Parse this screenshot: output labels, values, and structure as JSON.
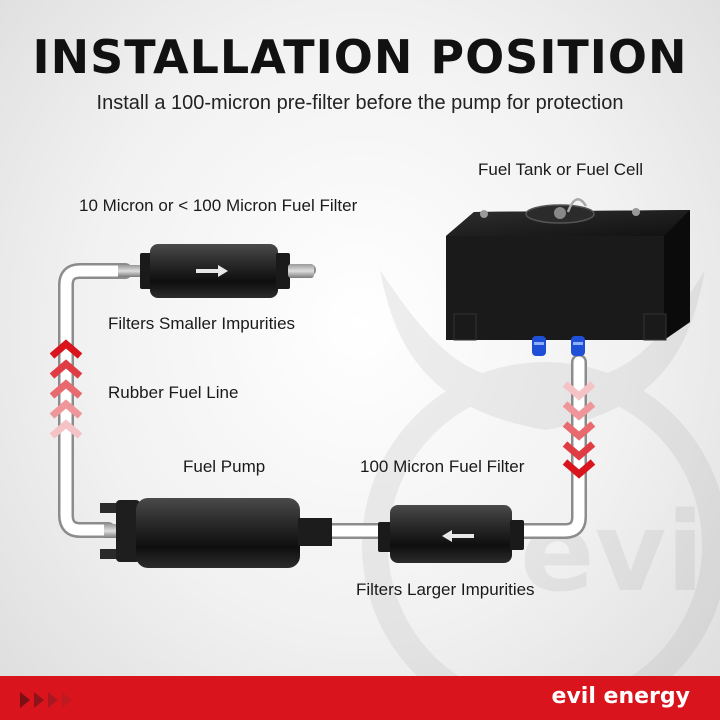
{
  "title": "INSTALLATION POSITION",
  "subtitle": "Install a 100-micron pre-filter before the pump for protection",
  "labels": {
    "tank": "Fuel Tank or Fuel Cell",
    "small_filter": "10 Micron or < 100 Micron Fuel Filter",
    "small_filter_desc": "Filters Smaller Impurities",
    "rubber_line": "Rubber Fuel Line",
    "pump": "Fuel Pump",
    "large_filter": "100 Micron Fuel Filter",
    "large_filter_desc": "Filters Larger Impurities"
  },
  "brand": "evil energy",
  "watermark": "evil",
  "colors": {
    "accent": "#d9141c",
    "component": "#1b1b1b",
    "fitting": "#1f4fd6"
  },
  "icons": [
    "flow-arrow-icon",
    "chevron-up-icon",
    "chevron-down-icon"
  ]
}
